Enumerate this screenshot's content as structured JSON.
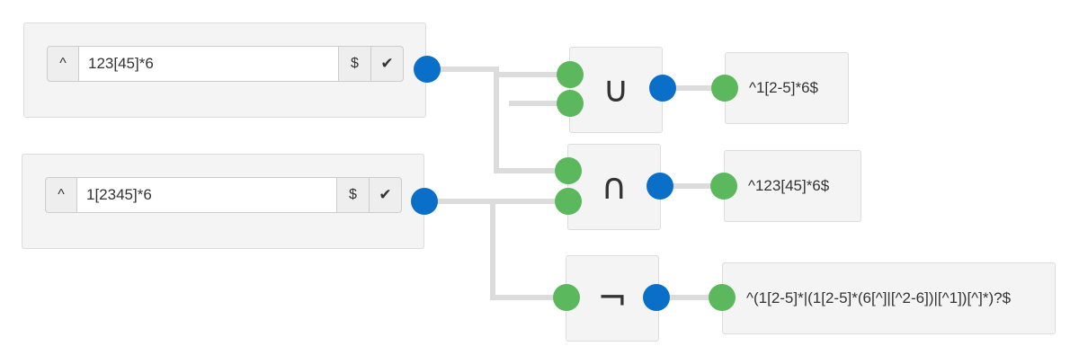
{
  "inputs": [
    {
      "prefix": "^",
      "value": "123[45]*6",
      "suffix": "$",
      "confirm_icon": "check-icon"
    },
    {
      "prefix": "^",
      "value": "1[2345]*6",
      "suffix": "$",
      "confirm_icon": "check-icon"
    }
  ],
  "operators": [
    {
      "name": "union",
      "symbol": "∪"
    },
    {
      "name": "intersection",
      "symbol": "∩"
    },
    {
      "name": "complement",
      "symbol": "¬"
    }
  ],
  "outputs": [
    {
      "text": "^1[2-5]*6$"
    },
    {
      "text": "^123[45]*6$"
    },
    {
      "text": "^(1[2-5]*|(1[2-5]*(6[^]|[^2-6])|[^1])[^]*)?$"
    }
  ],
  "colors": {
    "output_port": "#0a6fc9",
    "input_port": "#5cb85c",
    "wire": "#dcdcdc",
    "card_bg": "#f4f4f4"
  }
}
